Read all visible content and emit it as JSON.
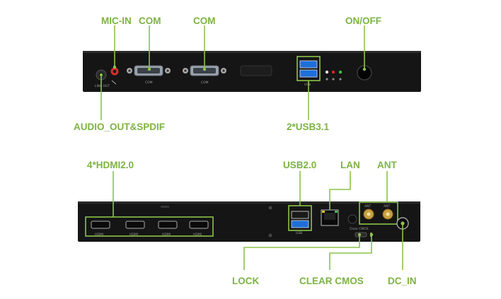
{
  "top_panel": {
    "labels": {
      "mic_in": "MIC-IN",
      "com1": "COM",
      "com2": "COM",
      "on_off": "ON/OFF",
      "audio_out": "AUDIO_OUT&SPDIF",
      "usb31": "2*USB3.1"
    },
    "port_text": {
      "com1": "COM",
      "com2": "COM",
      "usb": "USB"
    }
  },
  "bottom_panel": {
    "labels": {
      "hdmi": "4*HDMI2.0",
      "usb20": "USB2.0",
      "lan": "LAN",
      "ant": "ANT",
      "lock": "LOCK",
      "clear_cmos": "CLEAR CMOS",
      "dc_in": "DC_IN"
    },
    "port_text": {
      "hdmi1": "HDMI",
      "hdmi2": "HDMI",
      "hdmi3": "HDMI",
      "hdmi4": "HDMI",
      "usb": "USB",
      "ant1": "ANT",
      "ant2": "ANT",
      "clear_cmos": "Clear CMOS"
    }
  },
  "colors": {
    "accent": "#8bc34a",
    "panel": "#151515",
    "usb_blue": "#1e6fd9"
  },
  "icons": {
    "audio_jack": "audio-jack-icon",
    "mic_jack": "mic-jack-icon",
    "power_button": "power-button-icon",
    "lan_port": "lan-port-icon",
    "dc_jack": "dc-jack-icon",
    "antenna": "antenna-connector-icon"
  }
}
